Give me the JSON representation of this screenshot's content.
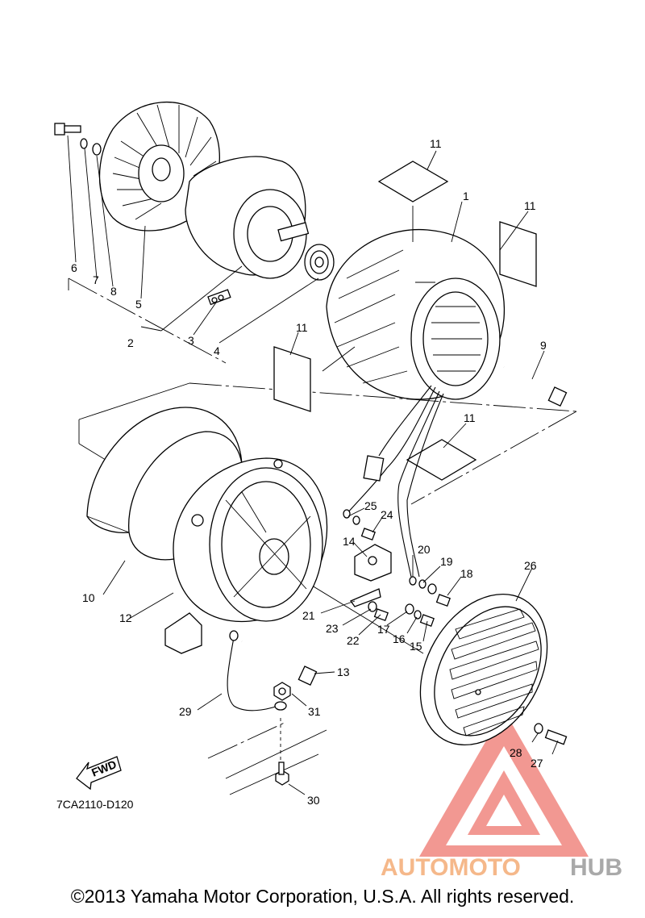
{
  "diagram": {
    "code": "7CA2110-D120",
    "fwd_label": "FWD",
    "part_numbers": [
      "1",
      "2",
      "3",
      "4",
      "5",
      "6",
      "7",
      "8",
      "9",
      "10",
      "11",
      "11",
      "11",
      "11",
      "12",
      "13",
      "14",
      "15",
      "16",
      "17",
      "18",
      "19",
      "20",
      "21",
      "22",
      "23",
      "24",
      "25",
      "26",
      "27",
      "28",
      "29",
      "30",
      "31"
    ]
  },
  "watermark": {
    "part1": "AUTOMOTO",
    "part2": "HUB",
    "color1": "#f5b88a",
    "color2": "#a9a9a9",
    "triangle_color": "#e8453a"
  },
  "footer": {
    "copyright": "©2013 Yamaha Motor Corporation, U.S.A. All rights reserved."
  }
}
